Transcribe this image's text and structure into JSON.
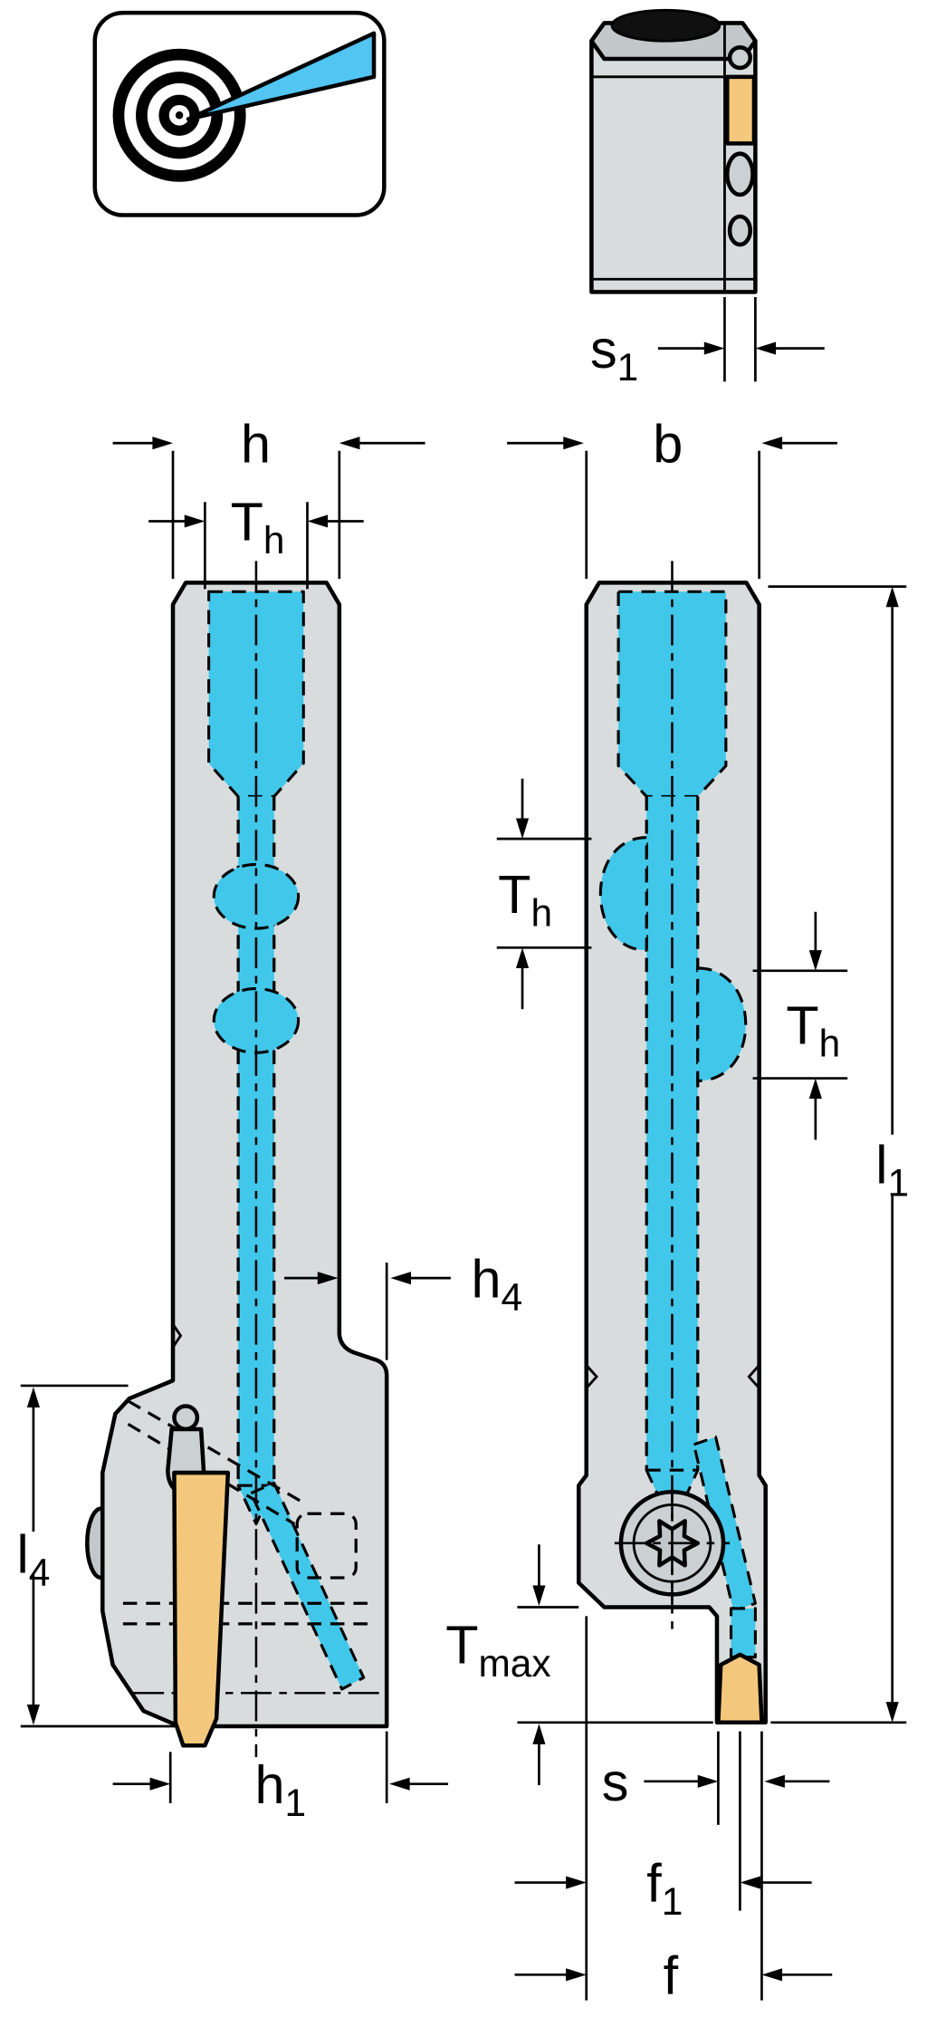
{
  "colors": {
    "background": "#ffffff",
    "body": "#d8dcdd",
    "body_shade": "#c2c7c9",
    "detail": "#cbd0d2",
    "coolant": "#41c7e9",
    "insert": "#f4c87c",
    "cone": "#52c5f2",
    "outline": "#000000"
  },
  "dims": {
    "s1": {
      "base": "s",
      "sub": "1"
    },
    "h": {
      "base": "h",
      "sub": ""
    },
    "th_side": {
      "base": "T",
      "sub": "h"
    },
    "b": {
      "base": "b",
      "sub": ""
    },
    "th_front_upper": {
      "base": "T",
      "sub": "h"
    },
    "th_front_lower": {
      "base": "T",
      "sub": "h"
    },
    "h4": {
      "base": "h",
      "sub": "4"
    },
    "l1": {
      "base": "l",
      "sub": "1"
    },
    "l4": {
      "base": "l",
      "sub": "4"
    },
    "tmax": {
      "base": "T",
      "sub": "max"
    },
    "h1": {
      "base": "h",
      "sub": "1"
    },
    "s": {
      "base": "s",
      "sub": ""
    },
    "f1": {
      "base": "f",
      "sub": "1"
    },
    "f": {
      "base": "f",
      "sub": ""
    }
  }
}
